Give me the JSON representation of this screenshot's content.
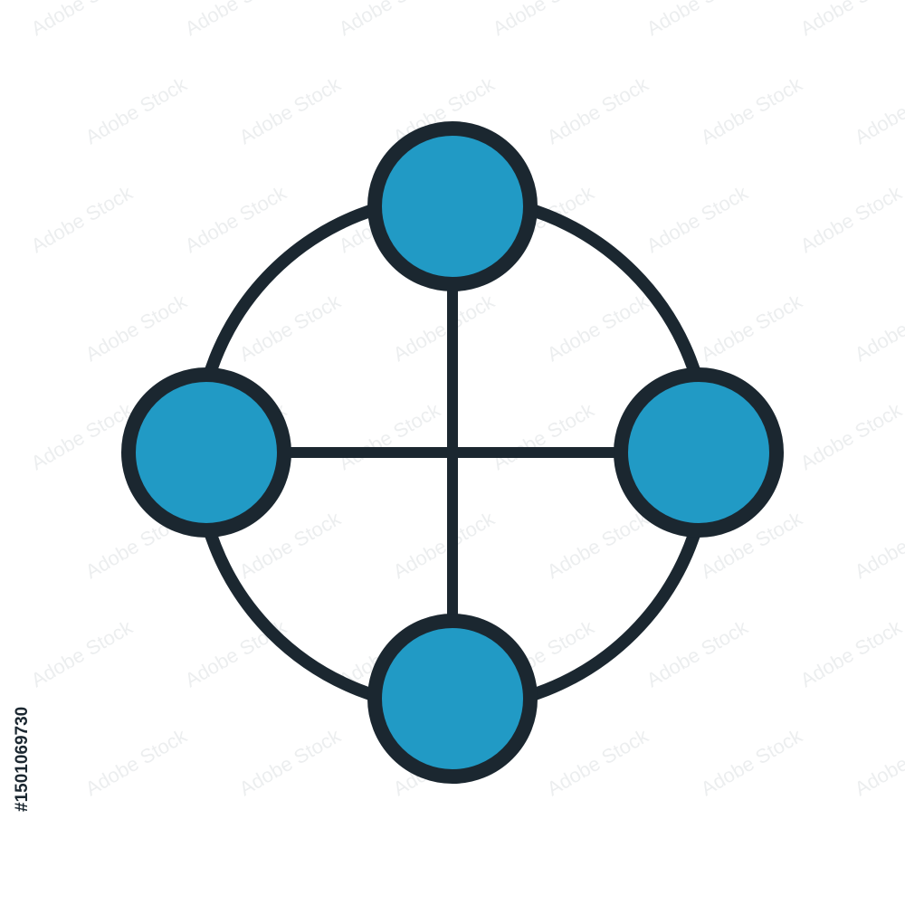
{
  "image": {
    "background": "#ffffff",
    "stroke_color": "#1b2730",
    "node_fill_color": "#219ac5",
    "icon": "network-topology-icon"
  },
  "watermark": {
    "text": "Adobe Stock",
    "id_text": "#1501069730"
  },
  "nodes": [
    {
      "name": "top"
    },
    {
      "name": "left"
    },
    {
      "name": "right"
    },
    {
      "name": "bottom"
    }
  ]
}
